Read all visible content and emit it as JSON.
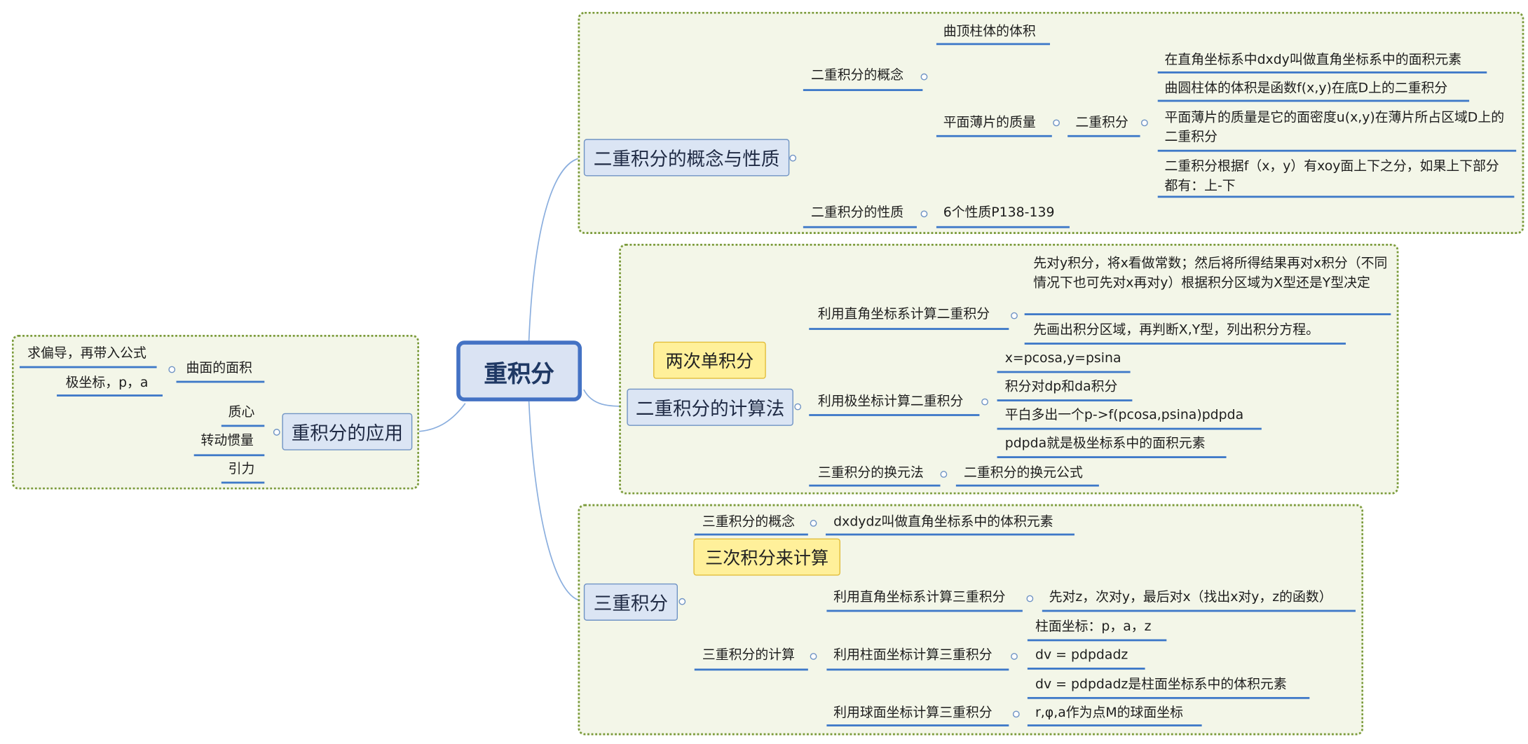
{
  "central": "重积分",
  "application": {
    "title": "重积分的应用",
    "surface_area": "曲面的面积",
    "partial_derivative": "求偏导，再带入公式",
    "polar": "极坐标，p，a",
    "centroid": "质心",
    "moment_of_inertia": "转动惯量",
    "gravity": "引力"
  },
  "concept": {
    "title": "二重积分的概念与性质",
    "concept_label": "二重积分的概念",
    "volume": "曲顶柱体的体积",
    "lamina_mass": "平面薄片的质量",
    "double_integral": "二重积分",
    "notes": [
      "在直角坐标系中dxdy叫做直角坐标系中的面积元素",
      "曲圆柱体的体积是函数f(x,y)在底D上的二重积分",
      "平面薄片的质量是它的面密度u(x,y)在薄片所占区域D上的二重积分",
      "二重积分根据f（x，y）有xoy面上下之分，如果上下部分都有：上-下"
    ],
    "property_label": "二重积分的性质",
    "property_value": "6个性质P138-139"
  },
  "calculation": {
    "title": "二重积分的计算法",
    "callout": "两次单积分",
    "rect": "利用直角坐标系计算二重积分",
    "rect_notes": [
      "先对y积分，将x看做常数；然后将所得结果再对x积分（不同情况下也可先对x再对y）根据积分区域为X型还是Y型决定",
      "先画出积分区域，再判断X,Y型，列出积分方程。"
    ],
    "polar": "利用极坐标计算二重积分",
    "polar_notes": [
      "x=pcosa,y=psina",
      "积分对dp和da积分",
      "平白多出一个p->f(pcosa,psina)pdpda",
      "pdpda就是极坐标系中的面积元素"
    ],
    "substitution": "三重积分的换元法",
    "substitution_value": "二重积分的换元公式"
  },
  "triple": {
    "title": "三重积分",
    "callout": "三次积分来计算",
    "concept_label": "三重积分的概念",
    "concept_value": "dxdydz叫做直角坐标系中的体积元素",
    "calc_label": "三重积分的计算",
    "rect": "利用直角坐标系计算三重积分",
    "rect_value": "先对z，次对y，最后对x（找出x对y，z的函数）",
    "cylinder": "利用柱面坐标计算三重积分",
    "cylinder_notes": [
      "柱面坐标：p，a，z",
      "dv = pdpdadz",
      "dv = pdpdadz是柱面坐标系中的体积元素"
    ],
    "sphere": "利用球面坐标计算三重积分",
    "sphere_value": "r,φ,a作为点M的球面坐标"
  },
  "colors": {
    "branch_line": "#3d78c8",
    "connector": "#8aaede",
    "region_border": "#7a9a3a",
    "region_fill": "#f3f6e8",
    "topic_fill": "#dbe5f4",
    "central_border": "#4472c4",
    "callout_fill": "#fff09a"
  }
}
